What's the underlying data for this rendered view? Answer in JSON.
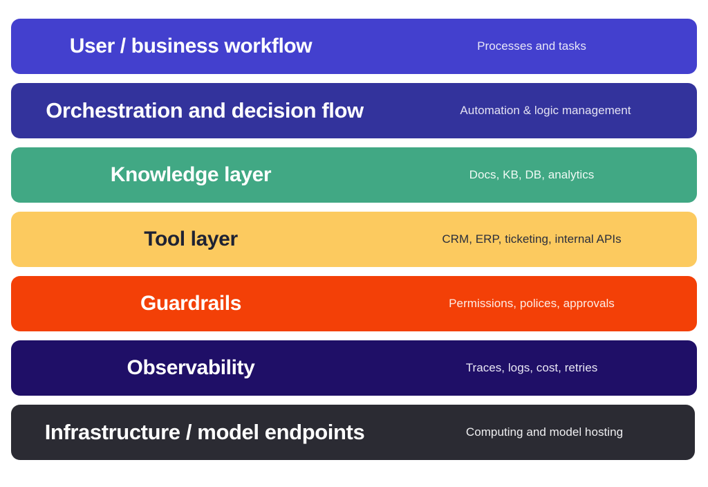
{
  "diagram": {
    "type": "layered-stack",
    "background": "#ffffff",
    "layers": [
      {
        "title": "User / business workflow",
        "description": "Processes and tasks",
        "bg_color": "#4340CE",
        "title_color": "#FFFFFF",
        "desc_color": "#E8E7F8",
        "wide": false,
        "narrow_right": false
      },
      {
        "title": "Orchestration and decision flow",
        "description": "Automation & logic management",
        "bg_color": "#33339C",
        "title_color": "#FFFFFF",
        "desc_color": "#E4E3F3",
        "wide": true,
        "narrow_right": false
      },
      {
        "title": "Knowledge layer",
        "description": "Docs, KB, DB, analytics",
        "bg_color": "#41A884",
        "title_color": "#FFFFFF",
        "desc_color": "#F0FAF5",
        "wide": false,
        "narrow_right": false
      },
      {
        "title": "Tool layer",
        "description": "CRM, ERP, ticketing, internal APIs",
        "bg_color": "#FCCA5F",
        "title_color": "#1E2233",
        "desc_color": "#2A2E3C",
        "wide": false,
        "narrow_right": false
      },
      {
        "title": "Guardrails",
        "description": "Permissions, polices, approvals",
        "bg_color": "#F34007",
        "title_color": "#FFFFFF",
        "desc_color": "#FDEDE6",
        "wide": false,
        "narrow_right": false
      },
      {
        "title": "Observability",
        "description": "Traces, logs, cost, retries",
        "bg_color": "#1F0F67",
        "title_color": "#FFFFFF",
        "desc_color": "#E9E7F4",
        "wide": false,
        "narrow_right": false
      },
      {
        "title": "Infrastructure / model endpoints",
        "description": "Computing and model hosting",
        "bg_color": "#2B2B33",
        "title_color": "#FFFFFF",
        "desc_color": "#EFEFF1",
        "wide": true,
        "narrow_right": true
      }
    ]
  }
}
